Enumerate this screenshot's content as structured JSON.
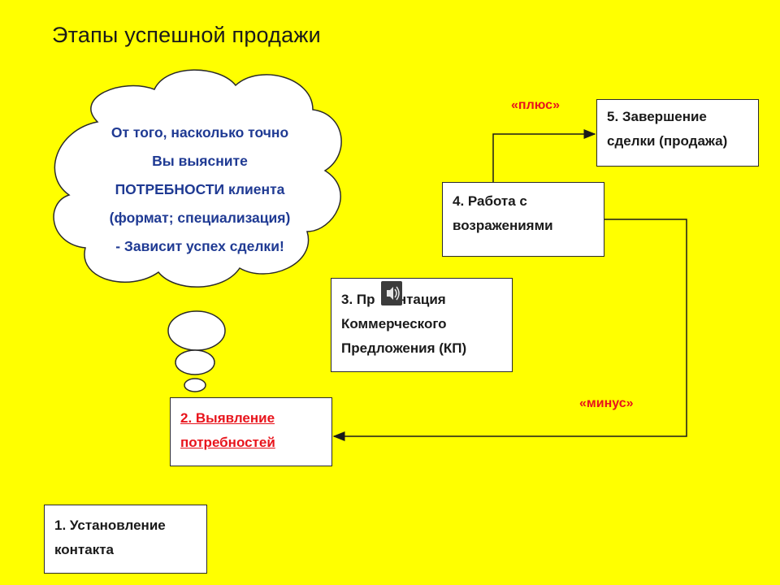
{
  "title": "Этапы успешной продажи",
  "stages": [
    {
      "id": "1",
      "lines": [
        "1.  Установление",
        "контакта"
      ]
    },
    {
      "id": "2",
      "lines": [
        "2. Выявление",
        "потребностей"
      ],
      "color": "#e8141c"
    },
    {
      "id": "3",
      "lines": [
        "3. Пр      нтация",
        "Коммерческого",
        "Предложения (КП)"
      ]
    },
    {
      "id": "4",
      "lines": [
        "4. Работа с",
        "возражениями"
      ]
    },
    {
      "id": "5",
      "lines": [
        "5. Завершение",
        "сделки (продажа)"
      ]
    }
  ],
  "branch_labels": {
    "plus": "«плюс»",
    "minus": "«минус»"
  },
  "thought_cloud": {
    "lines": [
      "От того, насколько точно",
      "Вы выясните",
      "ПОТРЕБНОСТИ клиента",
      "(формат; специализация)",
      "- Зависит успех сделки!"
    ],
    "text_color": "#1f3a93"
  },
  "colors": {
    "background": "#ffff00",
    "accent_red": "#e8141c",
    "box_fill": "#ffffff"
  },
  "icons": {
    "audio": "speaker-icon"
  }
}
